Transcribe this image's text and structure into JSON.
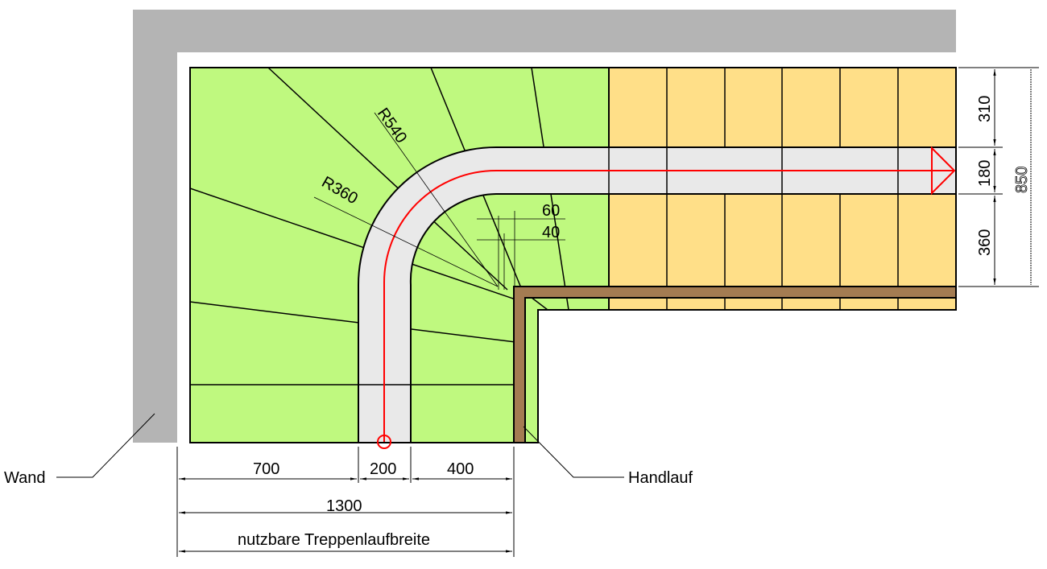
{
  "labels": {
    "wall": "Wand",
    "handrail": "Handlauf",
    "usable_width": "nutzbare Treppenlaufbreite"
  },
  "radii": {
    "outer": "R540",
    "inner": "R360"
  },
  "dimensions": {
    "bottom": [
      "700",
      "200",
      "400"
    ],
    "total": "1300",
    "right": [
      "310",
      "180",
      "360"
    ],
    "right_total": "850",
    "offsets": [
      "60",
      "40"
    ]
  },
  "colors": {
    "wall": "#b4b4b4",
    "winder": "#bff97f",
    "straight": "#ffdf88",
    "walkline_band": "#e9e9e9",
    "walkline": "#ff0000",
    "handrail": "#a47c52"
  }
}
